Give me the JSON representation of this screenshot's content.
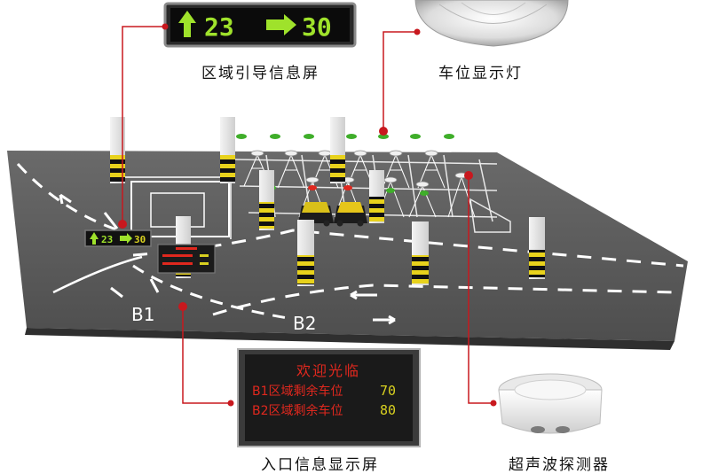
{
  "captions": {
    "zone_guide_screen": "区域引导信息屏",
    "space_indicator_light": "车位显示灯",
    "entrance_info_screen": "入口信息显示屏",
    "ultrasonic_detector": "超声波探测器"
  },
  "zone_guide_sign": {
    "left_count": "23",
    "right_count": "30"
  },
  "mini_guide_sign": {
    "left_count": "23",
    "right_count": "30"
  },
  "entrance_screen": {
    "welcome": "欢迎光临",
    "rows": [
      {
        "label": "B1区域剩余车位",
        "value": "70"
      },
      {
        "label": "B2区域剩余车位",
        "value": "80"
      }
    ]
  },
  "floor_labels": {
    "b1": "B1",
    "b2": "B2"
  },
  "colors": {
    "floor": "#5b5b5b",
    "led_green": "#9fe22b",
    "led_red": "#e0281e",
    "led_yellow": "#d8d020",
    "callout_red": "#c8181e",
    "indicator_green": "#3fae2a"
  }
}
